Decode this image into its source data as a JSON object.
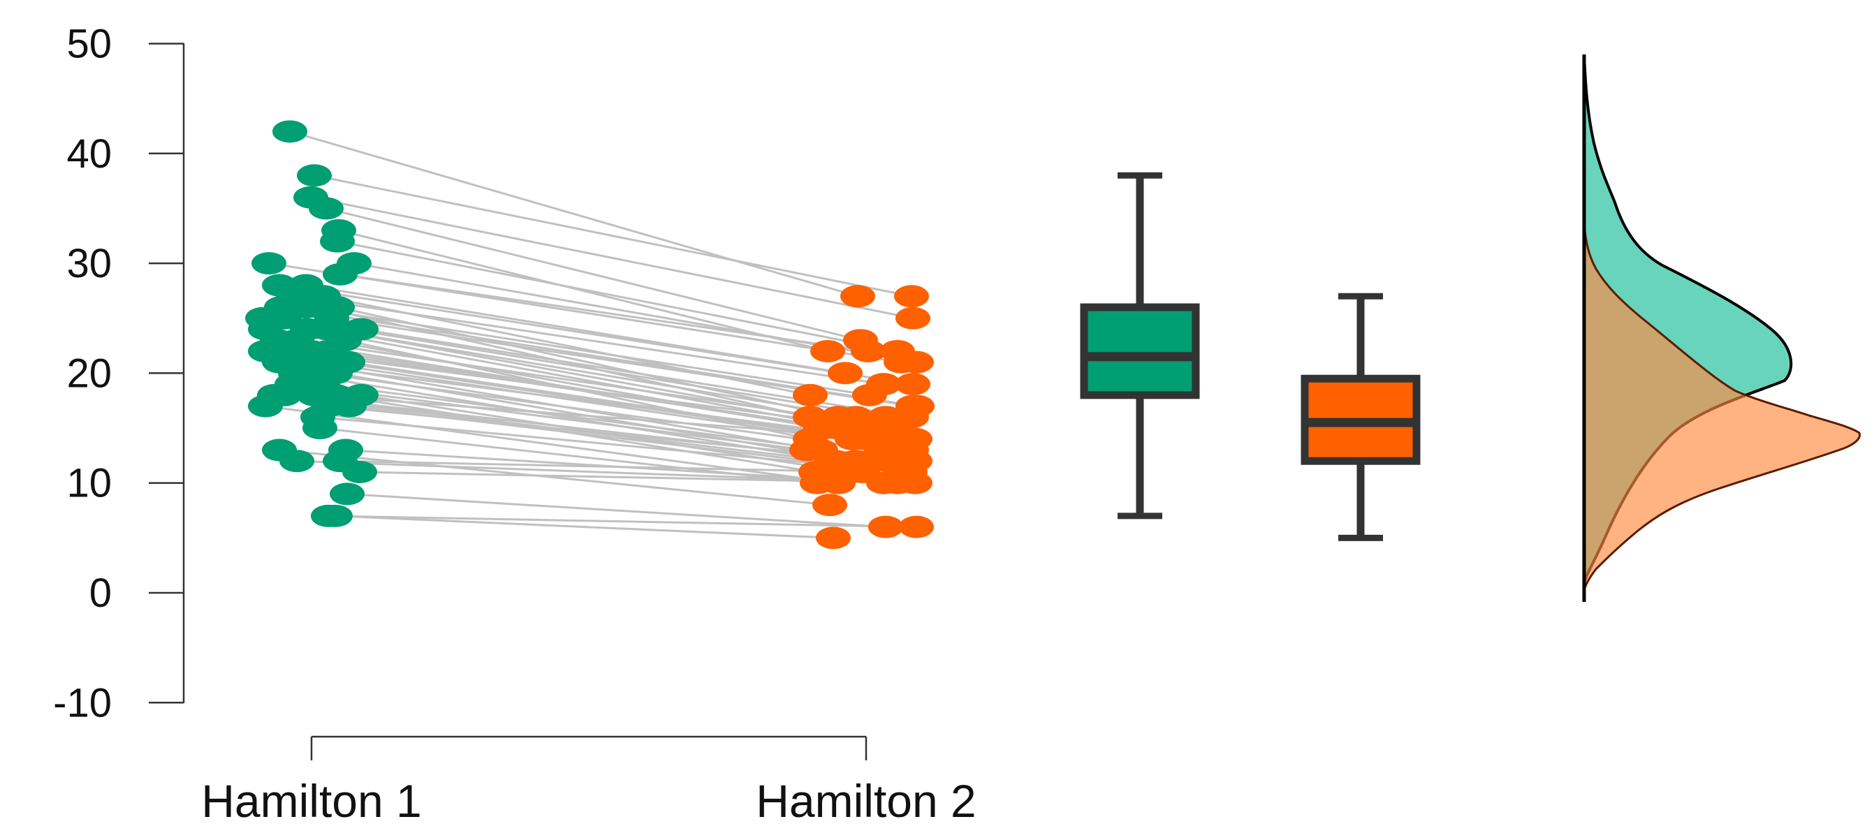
{
  "chart_data": {
    "type": "raincloud",
    "categories": [
      "Hamilton 1",
      "Hamilton 2"
    ],
    "yticks": [
      -10,
      0,
      10,
      20,
      30,
      40,
      50
    ],
    "ylim": [
      -10,
      50
    ],
    "colors": {
      "Hamilton 1": "#009E73",
      "Hamilton 2": "#FF6000",
      "line": "#C0C0C0",
      "box_edge": "#333333"
    },
    "series": [
      {
        "category": "Hamilton 1",
        "values": [
          42,
          38,
          36,
          35,
          33,
          32,
          30,
          30,
          29,
          28,
          28,
          27,
          27,
          26,
          26,
          26,
          26,
          25,
          25,
          25,
          24,
          24,
          24,
          24,
          23,
          23,
          23,
          22,
          22,
          22,
          22,
          21,
          21,
          21,
          21,
          20,
          20,
          20,
          19,
          19,
          18,
          18,
          18,
          18,
          18,
          17,
          17,
          17,
          16,
          15,
          13,
          13,
          12,
          12,
          11,
          9,
          7,
          7
        ]
      },
      {
        "category": "Hamilton 2",
        "values": [
          27,
          27,
          25,
          23,
          22,
          22,
          21,
          21,
          22,
          19,
          20,
          19,
          18,
          18,
          17,
          16,
          16,
          17,
          16,
          16,
          16,
          15,
          15,
          15,
          15,
          15,
          14,
          14,
          15,
          14,
          15,
          14,
          13,
          13,
          14,
          12,
          13,
          12,
          12,
          13,
          12,
          14,
          11,
          11,
          12,
          12,
          11,
          10,
          11,
          10,
          8,
          10,
          10,
          11,
          10,
          6,
          6,
          5
        ]
      }
    ],
    "boxplots": [
      {
        "category": "Hamilton 1",
        "min": 7,
        "q1": 18,
        "median": 21.5,
        "q3": 26,
        "max": 38
      },
      {
        "category": "Hamilton 2",
        "min": 5,
        "q1": 12,
        "median": 15.5,
        "q3": 19.5,
        "max": 27
      }
    ]
  }
}
